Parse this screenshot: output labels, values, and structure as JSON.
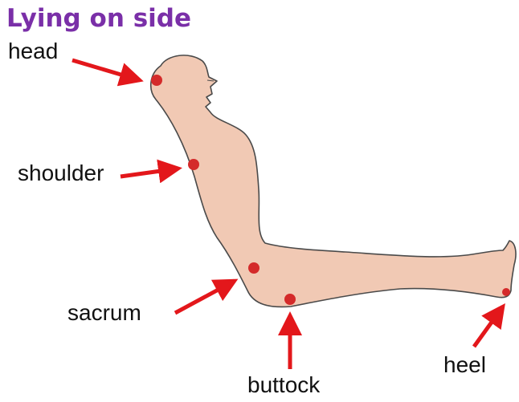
{
  "title": "Lying on side",
  "labels": {
    "head": "head",
    "shoulder": "shoulder",
    "sacrum": "sacrum",
    "buttock": "buttock",
    "heel": "heel"
  },
  "colors": {
    "title": "#7a2fa8",
    "body_fill": "#f1c9b4",
    "body_outline": "#4a4a4a",
    "pressure_point": "#d42a2a",
    "arrow": "#e3171b"
  }
}
